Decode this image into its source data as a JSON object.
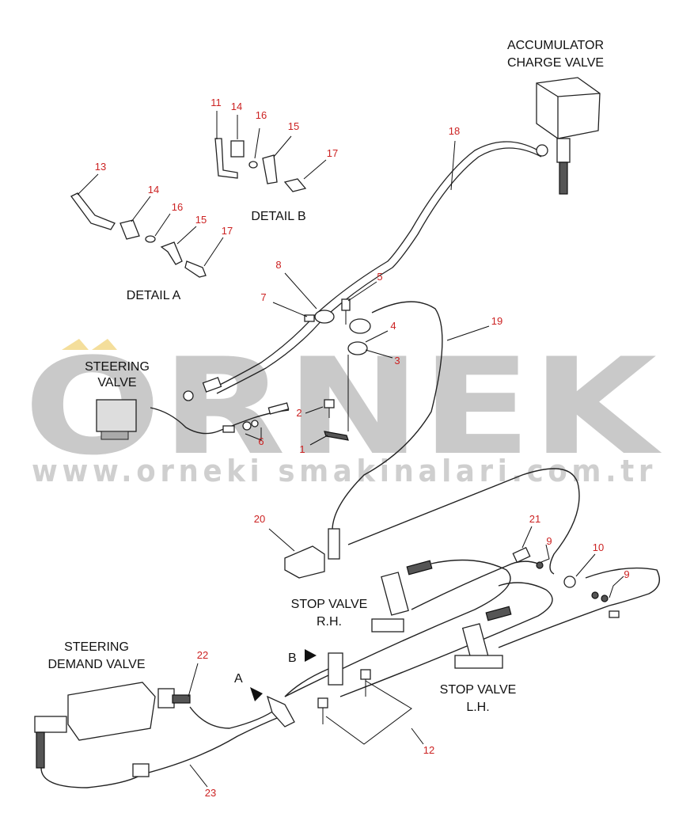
{
  "watermark": {
    "brand": "ORNEK",
    "url": "www.orneki smakinalari.com.tr",
    "color": "#c9c9c9",
    "accent": "#f0d070"
  },
  "labels": {
    "accumulator_charge_valve": [
      "ACCUMULATOR",
      "CHARGE VALVE"
    ],
    "steering_valve": [
      "STEERING",
      "VALVE"
    ],
    "steering_demand_valve": [
      "STEERING",
      "DEMAND VALVE"
    ],
    "stop_valve_rh": [
      "STOP VALVE",
      "R.H."
    ],
    "stop_valve_lh": [
      "STOP VALVE",
      "L.H."
    ],
    "detail_a": "DETAIL A",
    "detail_b": "DETAIL B",
    "marker_a": "A",
    "marker_b": "B"
  },
  "part_numbers": {
    "p1": "1",
    "p2": "2",
    "p3": "3",
    "p4": "4",
    "p5": "5",
    "p6": "6",
    "p7": "7",
    "p8": "8",
    "p9a": "9",
    "p9b": "9",
    "p10": "10",
    "p11": "11",
    "p12": "12",
    "p13": "13",
    "p14a": "14",
    "p14b": "14",
    "p15a": "15",
    "p15b": "15",
    "p16a": "16",
    "p16b": "16",
    "p17a": "17",
    "p17b": "17",
    "p18": "18",
    "p19": "19",
    "p20": "20",
    "p21": "21",
    "p22": "22",
    "p23": "23"
  },
  "colors": {
    "line": "#222222",
    "part_number": "#cc2222"
  }
}
